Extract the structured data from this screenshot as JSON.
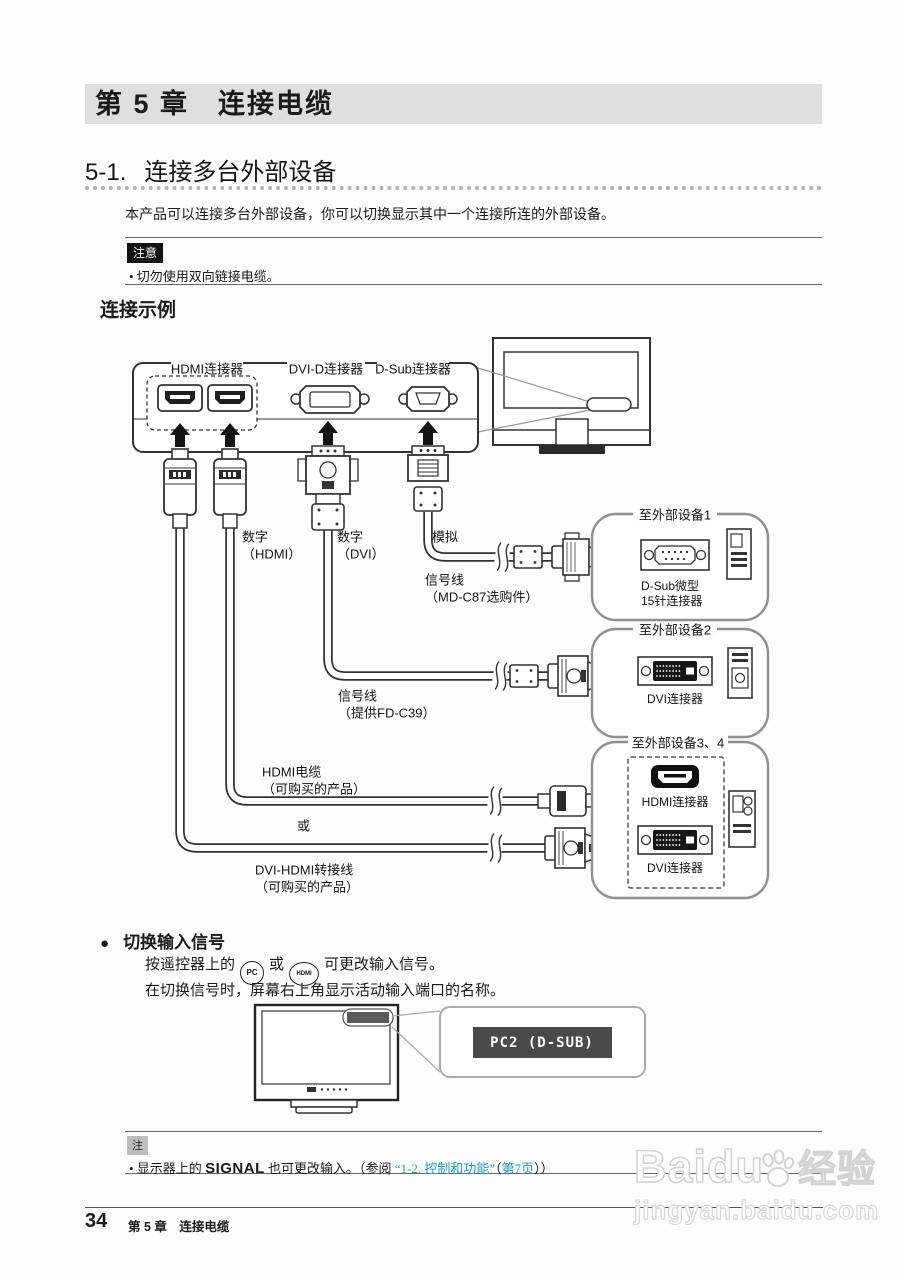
{
  "page": {
    "chapter_header": "第 5 章　连接电缆",
    "section_number": "5-1.",
    "section_title": "连接多台外部设备",
    "intro": "本产品可以连接多台外部设备，你可以切换显示其中一个连接所连的外部设备。",
    "notice_badge": "注意",
    "notice_bullet": "• 切勿使用双向链接电缆。",
    "example_heading": "连接示例"
  },
  "diagram": {
    "port_labels": {
      "hdmi": "HDMI连接器",
      "dvid": "DVI-D连接器",
      "dsub": "D-Sub连接器"
    },
    "labels": {
      "digital_hdmi_l1": "数字",
      "digital_hdmi_l2": "（HDMI）",
      "digital_dvi_l1": "数字",
      "digital_dvi_l2": "（DVI）",
      "analog": "模拟",
      "signal_md_l1": "信号线",
      "signal_md_l2": "（MD-C87选购件）",
      "signal_fd_l1": "信号线",
      "signal_fd_l2": "（提供FD-C39）",
      "hdmi_cable_l1": "HDMI电缆",
      "hdmi_cable_l2": "（可购买的产品）",
      "or": "或",
      "adapter_l1": "DVI-HDMI转接线",
      "adapter_l2": "（可购买的产品）"
    },
    "device1": {
      "title": "至外部设备1",
      "connector_l1": "D-Sub微型",
      "connector_l2": "15针连接器"
    },
    "device2": {
      "title": "至外部设备2",
      "connector": "DVI连接器"
    },
    "device34": {
      "title": "至外部设备3、4",
      "hdmi_connector": "HDMI连接器",
      "dvi_connector": "DVI连接器"
    }
  },
  "switch_section": {
    "bullet": "●",
    "heading": "切换输入信号",
    "line1_pre": "按遥控器上的",
    "pc_button": "PC",
    "line1_or": "或",
    "hdmi_button": "HDMI",
    "line1_post": "可更改输入信号。",
    "line2": "在切换信号时，屏幕右上角显示活动输入端口的名称。",
    "osd_label": "PC2 (D-SUB)"
  },
  "note": {
    "badge": "注",
    "bullet_pre": "• 显示器上的 ",
    "signal_label": "SIGNAL",
    "mid": " 也可更改输入。（参阅 ",
    "link_text": "“1-2. 控制和功能”",
    "paren_open": "（",
    "link_page": "第7页",
    "closing": "））"
  },
  "footer": {
    "page_number": "34",
    "chapter_label": "第 5 章　连接电缆"
  },
  "watermark": {
    "brand": "Baidu",
    "brand_suffix": "经验",
    "url": "jingyan.baidu.com"
  }
}
